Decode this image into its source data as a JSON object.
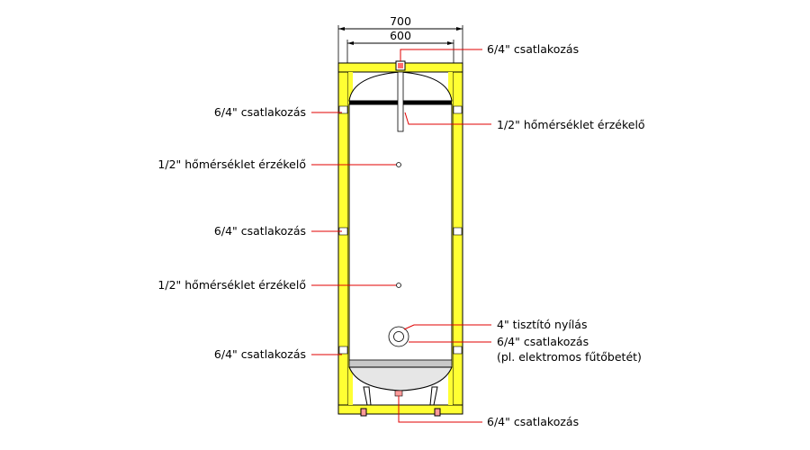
{
  "dimensions": {
    "outer_width": "700",
    "inner_width": "600"
  },
  "colors": {
    "frame": "#ffff33",
    "leader": "#e00000",
    "outline": "#000000",
    "band": "#c8c8c8"
  },
  "labels": {
    "top_connection": "6/4\" csatlakozás",
    "top_sensor": "1/2\" hőmérséklet érzékelő",
    "left_upper_connection": "6/4\" csatlakozás",
    "left_upper_sensor": "1/2\" hőmérséklet érzékelő",
    "left_middle_connection": "6/4\" csatlakozás",
    "left_lower_sensor": "1/2\" hőmérséklet érzékelő",
    "cleaning_opening": "4\" tisztító nyílás",
    "right_lower_connection": "6/4\" csatlakozás",
    "right_lower_connection_note": "(pl. elektromos fűtőbetét)",
    "left_lower_connection": "6/4\" csatlakozás",
    "bottom_connection": "6/4\" csatlakozás"
  }
}
